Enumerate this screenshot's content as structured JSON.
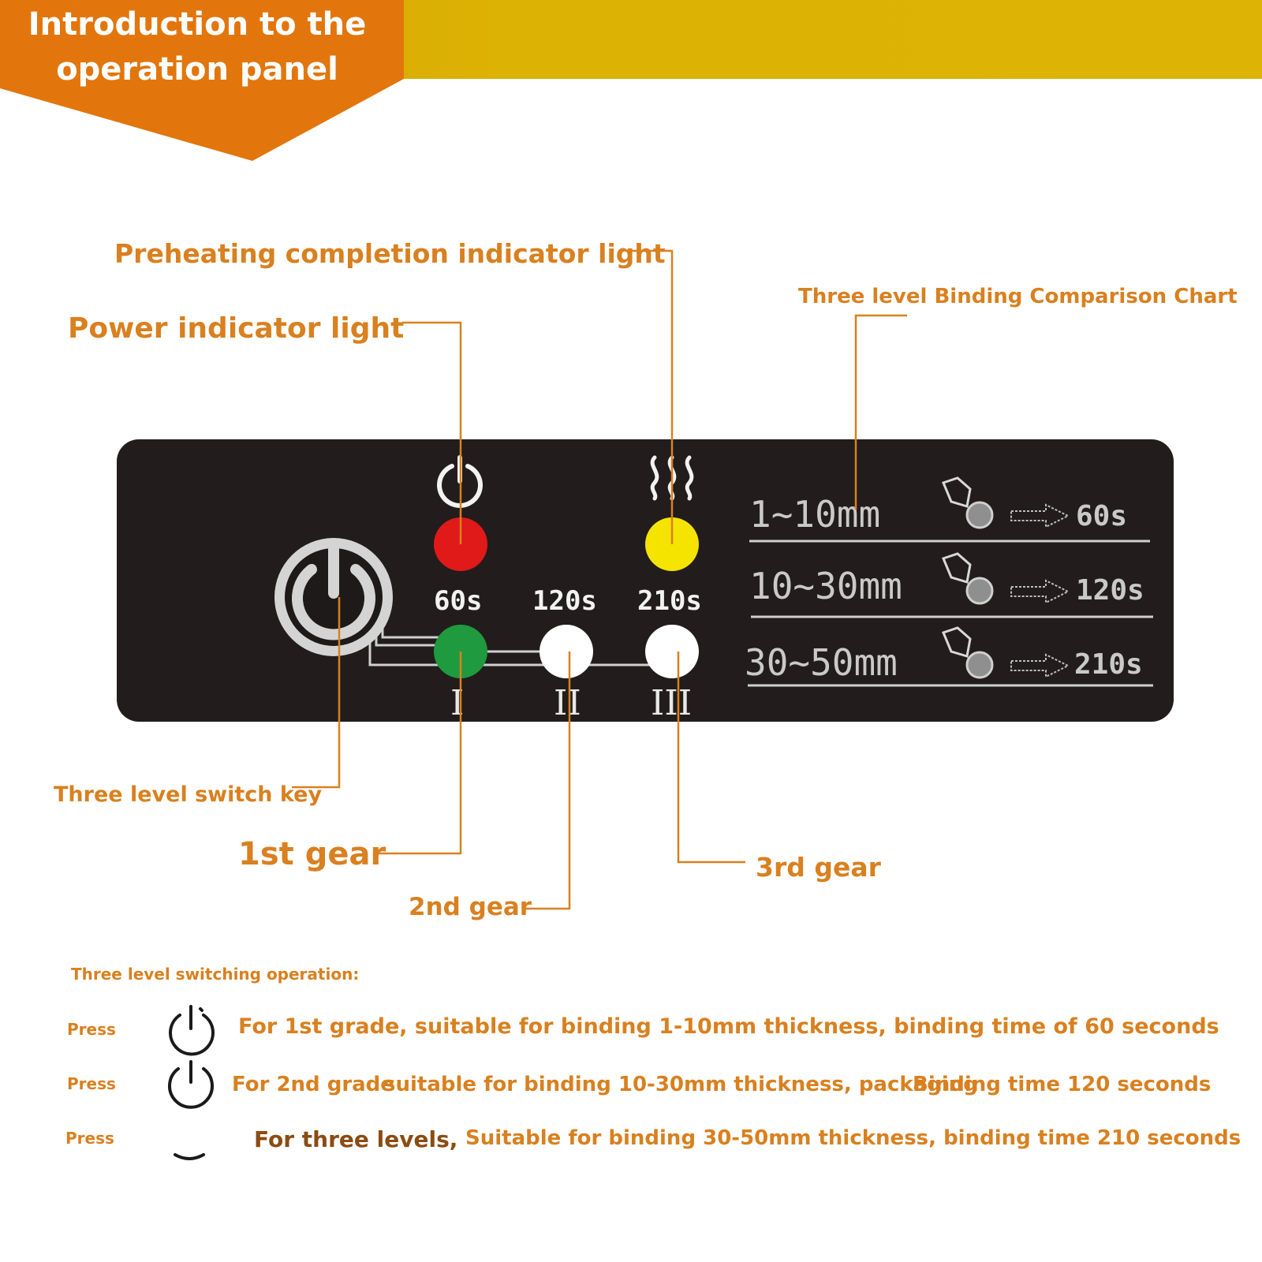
{
  "banner": {
    "title_line1": "Introduction to the",
    "title_line2": "operation panel"
  },
  "labels": {
    "preheating": "Preheating completion indicator light",
    "power": "Power indicator light",
    "comparison": "Three level Binding Comparison Chart",
    "switch_key": "Three level switch key",
    "gear1": "1st gear",
    "gear2": "2nd gear",
    "gear3": "3rd gear"
  },
  "panel": {
    "times": [
      "60s",
      "120s",
      "210s"
    ],
    "gears": [
      "I",
      "II",
      "III"
    ],
    "chart": [
      {
        "range": "1~10mm",
        "time": "60s"
      },
      {
        "range": "10~30mm",
        "time": "120s"
      },
      {
        "range": "30~50mm",
        "time": "210s"
      }
    ]
  },
  "instructions": {
    "heading": "Three level switching operation:",
    "rows": [
      {
        "press": "Press",
        "parts": [
          "For 1st grade, suitable for binding 1-10mm thickness, binding time of 60 seconds"
        ]
      },
      {
        "press": "Press",
        "parts": [
          "For 2nd grade",
          "suitable for binding 10-30mm thickness, packaging",
          "Binding time 120 seconds"
        ]
      },
      {
        "press": "Press",
        "parts": [
          "For three levels,",
          "Suitable for binding 30-50mm thickness, binding time 210 seconds"
        ]
      }
    ]
  },
  "colors": {
    "orange": "#d9801f",
    "banner_orange": "#e2760c",
    "header_yellow": "#dcb204",
    "panel_bg": "#221c1c",
    "power_led": "#e01919",
    "preheat_led": "#f5e400",
    "gear1_led": "#1f9a3e",
    "off_led": "#ffffff"
  }
}
